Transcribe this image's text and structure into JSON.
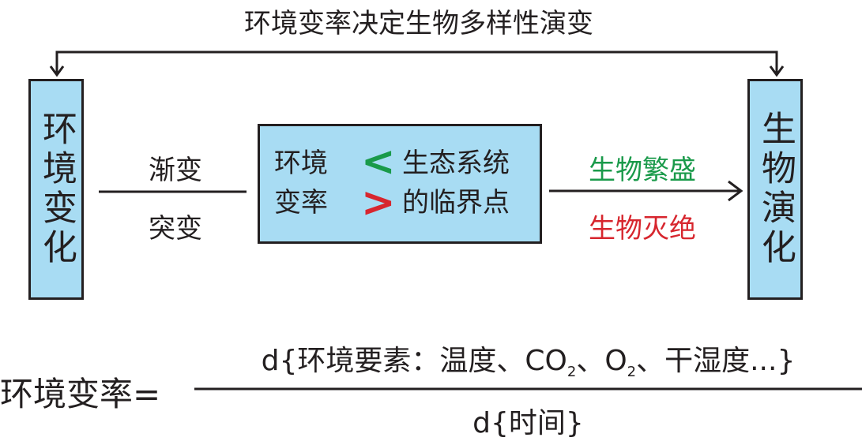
{
  "title": "环境变率决定生物多样性演变",
  "left_box": "环境变化",
  "right_box": "生物演化",
  "left_labels": {
    "top": "渐变",
    "bottom": "突变"
  },
  "center_box": {
    "left_text": [
      "环境",
      "变率"
    ],
    "less_than": "<",
    "greater_than": ">",
    "right_text": [
      "生态系统",
      "的临界点"
    ]
  },
  "outcomes": {
    "flourish": "生物繁盛",
    "extinction": "生物灭绝"
  },
  "formula": {
    "lhs": "环境变率=",
    "numerator": {
      "p1": "d{环境要素：温度、CO",
      "sub1": "2",
      "p2": "、O",
      "sub2": "2",
      "p3": "、干湿度...}"
    },
    "denominator": "d{时间}"
  },
  "colors": {
    "box_fill": "#a8dcf3",
    "green": "#1a9a4a",
    "red": "#d7262e"
  }
}
